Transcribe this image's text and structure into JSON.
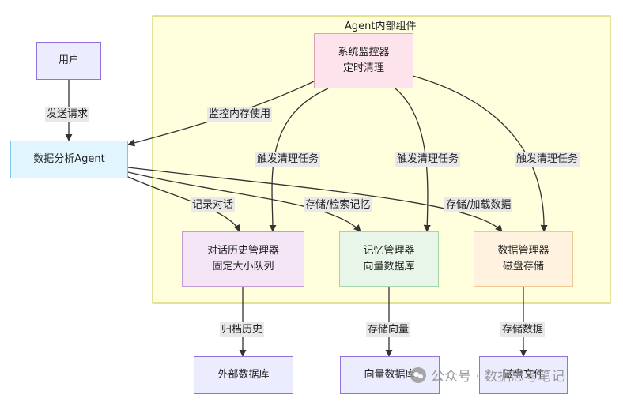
{
  "colors": {
    "cluster_fill": "#ffffde",
    "cluster_stroke": "#c6c63a",
    "edge": "#333333",
    "edge_label_bg": "#e8e8e8"
  },
  "cluster": {
    "title": "Agent内部组件"
  },
  "nodes": {
    "user": {
      "lines": [
        "用户"
      ],
      "fill": "#ececff",
      "stroke": "#9370db"
    },
    "analysis_agent": {
      "lines": [
        "数据分析Agent"
      ],
      "fill": "#e1f5fe",
      "stroke": "#81c4e8"
    },
    "system_monitor": {
      "lines": [
        "系统监控器",
        "定时清理"
      ],
      "fill": "#fde4ec",
      "stroke": "#d9a0b8"
    },
    "history_manager": {
      "lines": [
        "对话历史管理器",
        "固定大小队列"
      ],
      "fill": "#f3e5f5",
      "stroke": "#c39bd3"
    },
    "memory_manager": {
      "lines": [
        "记忆管理器",
        "向量数据库"
      ],
      "fill": "#e8f5e9",
      "stroke": "#a5d6a7"
    },
    "data_manager": {
      "lines": [
        "数据管理器",
        "磁盘存储"
      ],
      "fill": "#fff3e0",
      "stroke": "#f0c890"
    },
    "external_db": {
      "lines": [
        "外部数据库"
      ],
      "fill": "#ececff",
      "stroke": "#9370db"
    },
    "vector_db": {
      "lines": [
        "向量数据库"
      ],
      "fill": "#ececff",
      "stroke": "#9370db"
    },
    "disk_file": {
      "lines": [
        "磁盘文件"
      ],
      "fill": "#ececff",
      "stroke": "#9370db"
    }
  },
  "edges": {
    "send_request": "发送请求",
    "monitor_memory": "监控内存使用",
    "trigger_cleanup_1": "触发清理任务",
    "trigger_cleanup_2": "触发清理任务",
    "trigger_cleanup_3": "触发清理任务",
    "record_dialog": "记录对话",
    "store_retrieve_memory": "存储/检索记忆",
    "store_load_data": "存储/加载数据",
    "archive_history": "归档历史",
    "store_vectors": "存储向量",
    "store_data": "存储数据"
  },
  "watermark": {
    "text": "公众号 · 数据思考笔记"
  }
}
